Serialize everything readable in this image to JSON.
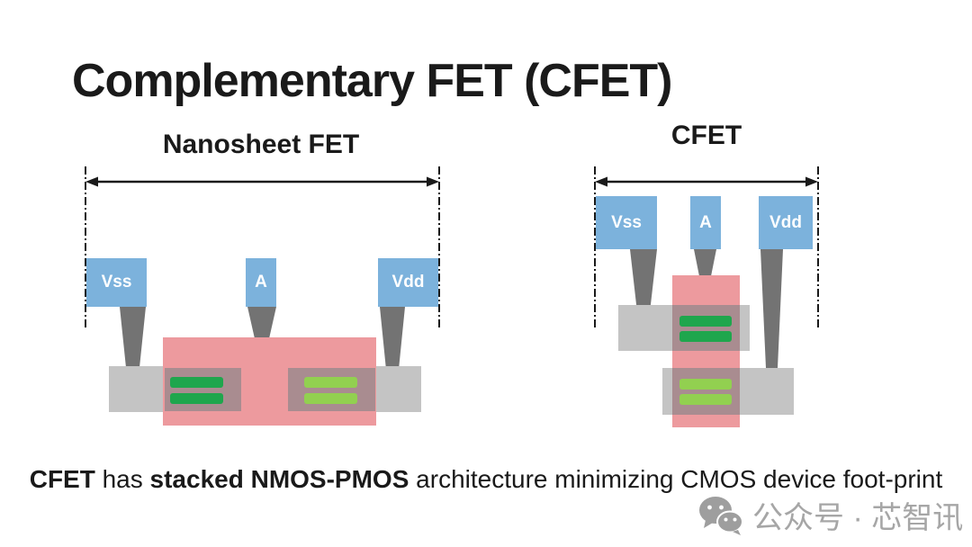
{
  "title": "Complementary FET (CFET)",
  "diagrams": {
    "left": {
      "label": "Nanosheet FET",
      "terminals": {
        "vss": "Vss",
        "a": "A",
        "vdd": "Vdd"
      }
    },
    "right": {
      "label": "CFET",
      "terminals": {
        "vss": "Vss",
        "a": "A",
        "vdd": "Vdd"
      }
    }
  },
  "caption": {
    "part1_bold": "CFET",
    "part2": " has ",
    "part3_bold": "stacked NMOS-PMOS",
    "part4": " architecture minimizing CMOS device foot-print"
  },
  "watermark": {
    "icon": "wechat-icon",
    "text": "公众号 · 芯智讯"
  },
  "colors": {
    "terminal_blue": "#7CB2DC",
    "contact_gray": "#737373",
    "epitaxy_gray": "#C4C4C4",
    "gate_pink": "#ED9A9E",
    "overlap_mauve": "#A98C90",
    "nmos_green_dark": "#1FA64D",
    "pmos_green_light": "#92D050",
    "text_black": "#1A1A1A",
    "watermark_gray": "#A6A6A6"
  }
}
